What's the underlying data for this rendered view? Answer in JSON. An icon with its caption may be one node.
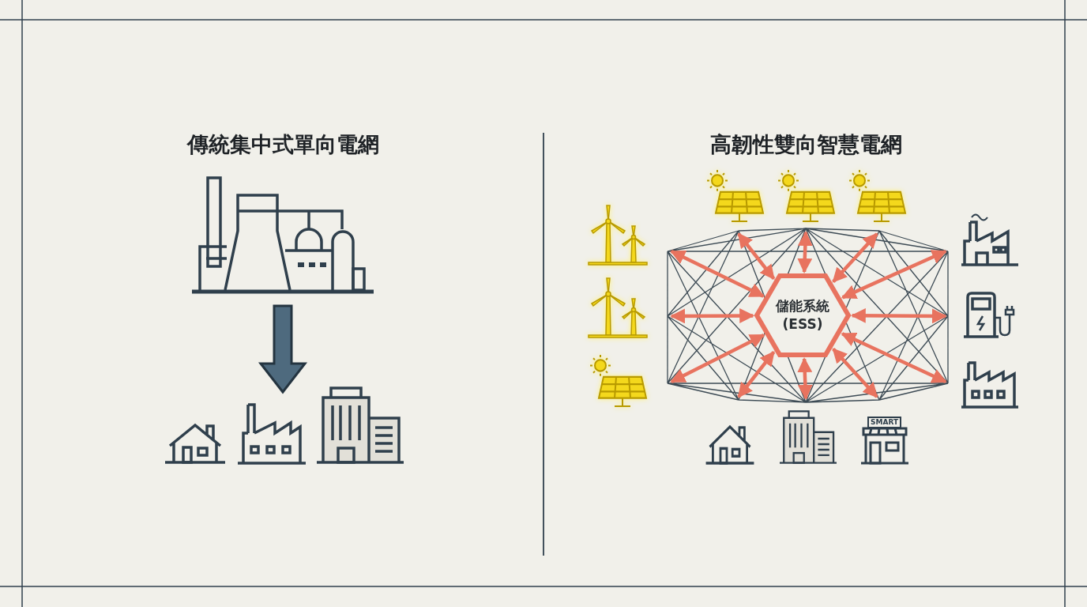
{
  "diagram": {
    "nodes": [
      {
        "text": [],
        "shape": "picture"
      },
      {
        "text": [],
        "shape": "picture"
      },
      {
        "text": [],
        "shape": "picture"
      },
      {
        "text": [],
        "shape": "picture"
      },
      {
        "text": [
          "儲能系統 (ESS)"
        ]
      }
    ],
    "edges": [
      {
        "from": 0,
        "to": 2,
        "arrow": "to",
        "style": "thick",
        "color": "#4e6a7e"
      },
      {
        "from": 4,
        "to": null,
        "arrow": "both"
      },
      {
        "from": 4,
        "to": null,
        "arrow": "both"
      },
      {
        "from": 4,
        "to": null,
        "arrow": "both"
      },
      {
        "from": 4,
        "to": null,
        "arrow": "both"
      },
      {
        "from": 4,
        "to": null,
        "arrow": "both"
      },
      {
        "from": 4,
        "to": null,
        "arrow": "both"
      },
      {
        "from": 4,
        "to": null,
        "arrow": "both"
      },
      {
        "from": 4,
        "to": null,
        "arrow": "both"
      },
      {
        "from": 4,
        "to": null,
        "arrow": "both"
      },
      {
        "from": 4,
        "to": null,
        "arrow": "both"
      },
      {
        "from": 4,
        "to": null,
        "arrow": "both"
      },
      {
        "from": 4,
        "to": null,
        "arrow": "both"
      }
    ],
    "labels": [
      "傳統集中式單向電網",
      "高韌性雙向智慧電網",
      "SMART"
    ]
  }
}
